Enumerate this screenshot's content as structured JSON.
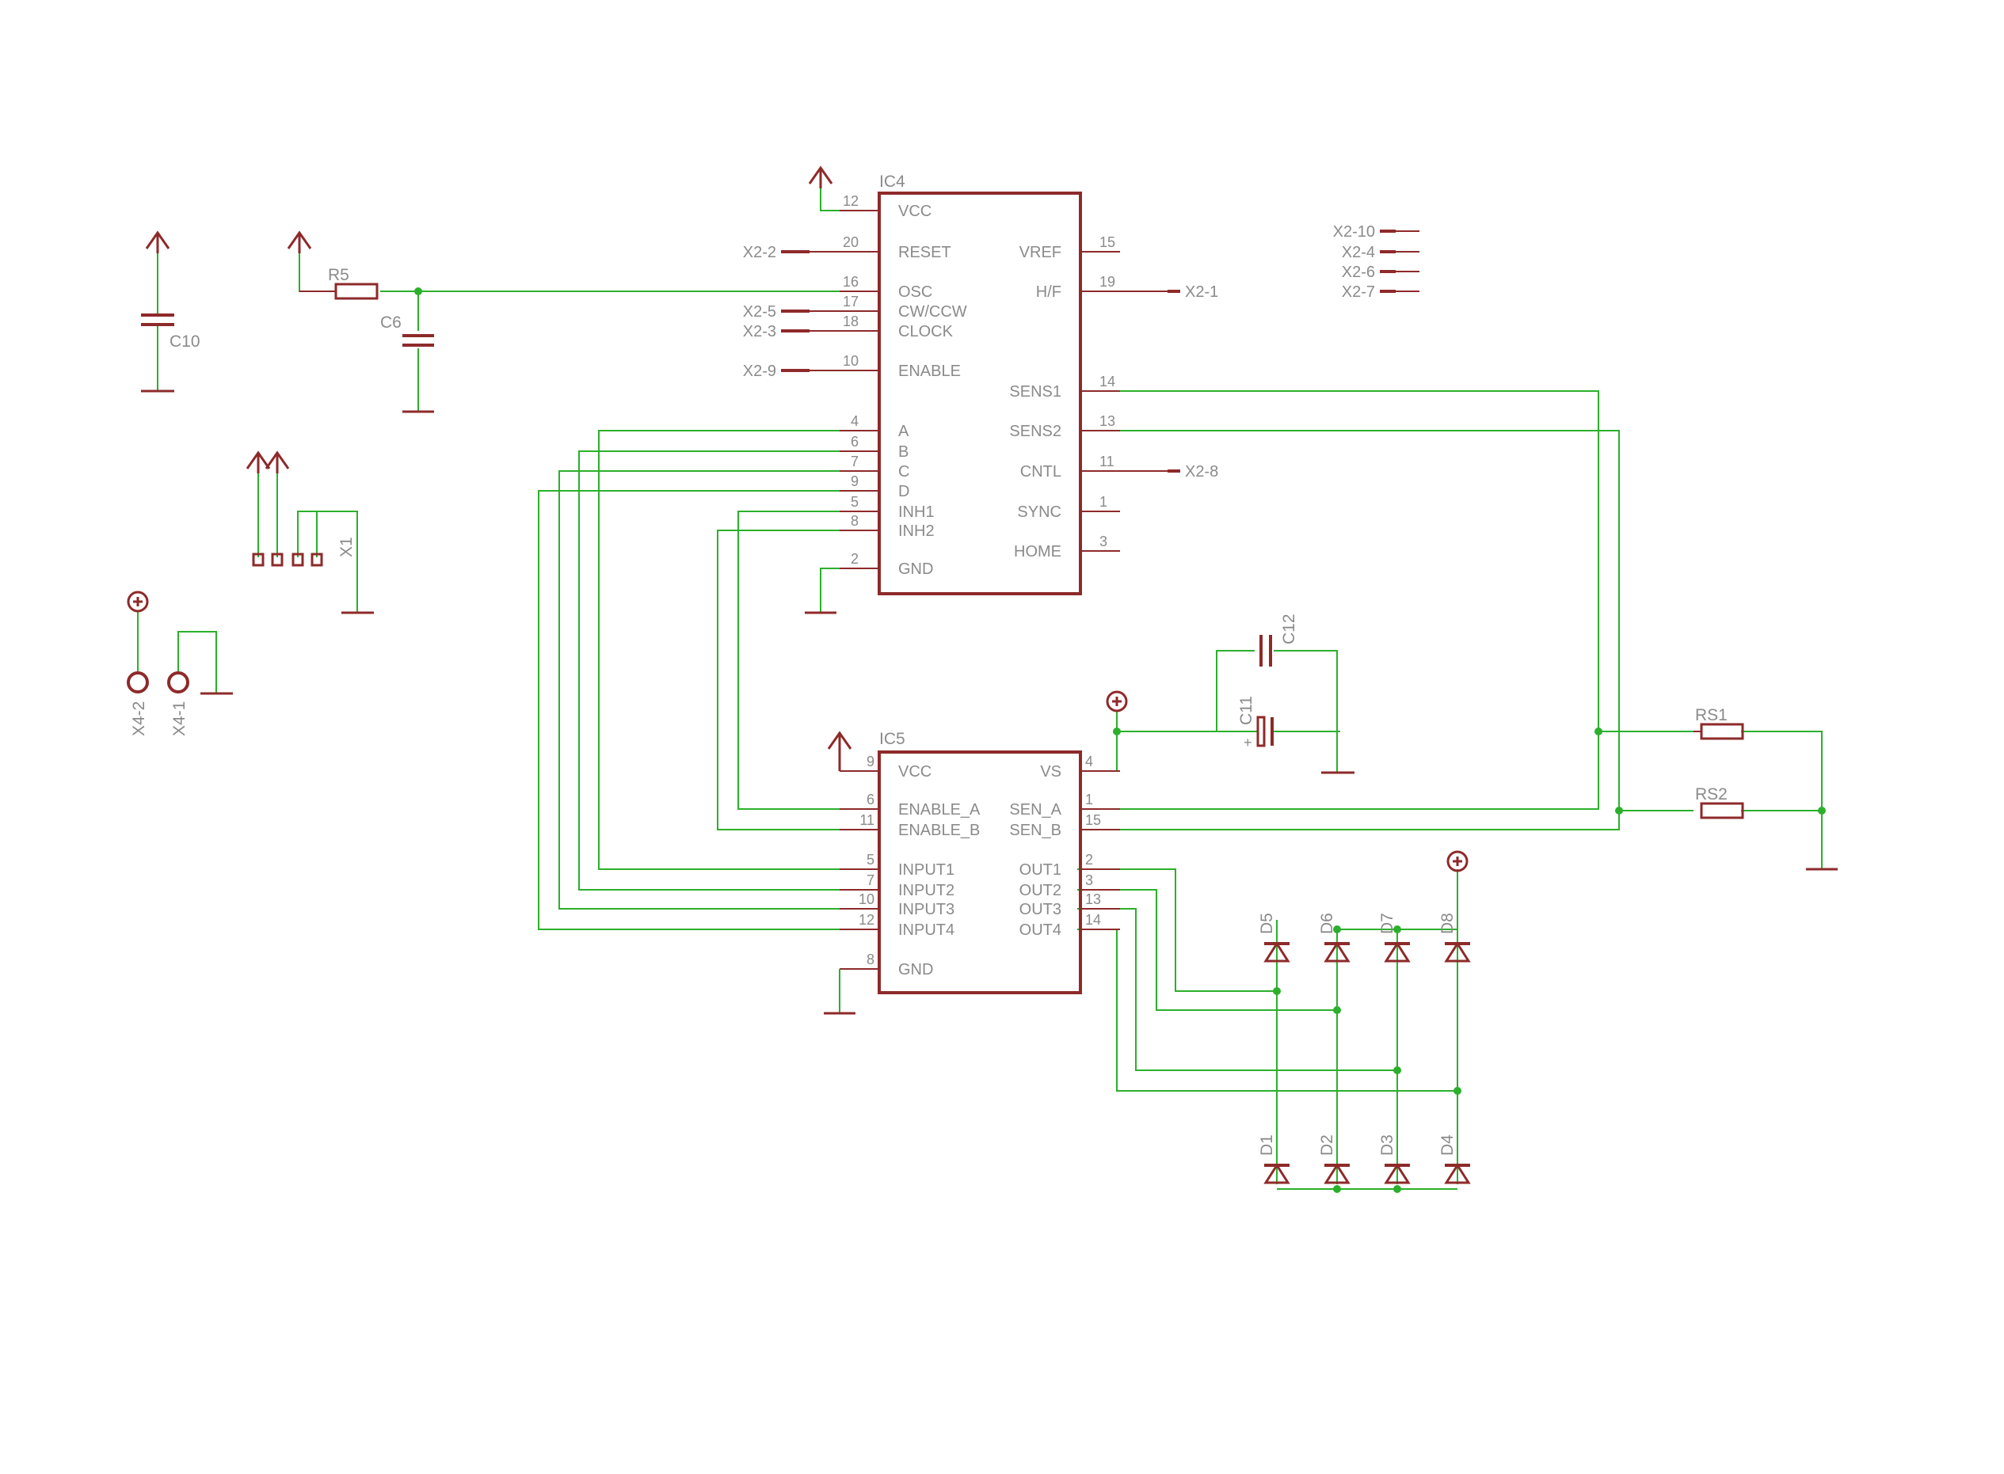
{
  "colors": {
    "wire": "#2bb02b",
    "symbol": "#8e2a2a",
    "text": "#8a8a8a",
    "background": "#ffffff"
  },
  "ic4": {
    "name": "IC4",
    "left_pins": [
      {
        "num": "12",
        "label": "VCC"
      },
      {
        "num": "20",
        "label": "RESET"
      },
      {
        "num": "16",
        "label": "OSC"
      },
      {
        "num": "17",
        "label": "CW/CCW"
      },
      {
        "num": "18",
        "label": "CLOCK"
      },
      {
        "num": "10",
        "label": "ENABLE"
      },
      {
        "num": "4",
        "label": "A"
      },
      {
        "num": "6",
        "label": "B"
      },
      {
        "num": "7",
        "label": "C"
      },
      {
        "num": "9",
        "label": "D"
      },
      {
        "num": "5",
        "label": "INH1"
      },
      {
        "num": "8",
        "label": "INH2"
      },
      {
        "num": "2",
        "label": "GND"
      }
    ],
    "right_pins": [
      {
        "num": "15",
        "label": "VREF"
      },
      {
        "num": "19",
        "label": "H/F"
      },
      {
        "num": "14",
        "label": "SENS1"
      },
      {
        "num": "13",
        "label": "SENS2"
      },
      {
        "num": "11",
        "label": "CNTL"
      },
      {
        "num": "1",
        "label": "SYNC"
      },
      {
        "num": "3",
        "label": "HOME"
      }
    ]
  },
  "ic5": {
    "name": "IC5",
    "left_pins": [
      {
        "num": "9",
        "label": "VCC"
      },
      {
        "num": "6",
        "label": "ENABLE_A"
      },
      {
        "num": "11",
        "label": "ENABLE_B"
      },
      {
        "num": "5",
        "label": "INPUT1"
      },
      {
        "num": "7",
        "label": "INPUT2"
      },
      {
        "num": "10",
        "label": "INPUT3"
      },
      {
        "num": "12",
        "label": "INPUT4"
      },
      {
        "num": "8",
        "label": "GND"
      }
    ],
    "right_pins": [
      {
        "num": "4",
        "label": "VS"
      },
      {
        "num": "1",
        "label": "SEN_A"
      },
      {
        "num": "15",
        "label": "SEN_B"
      },
      {
        "num": "2",
        "label": "OUT1"
      },
      {
        "num": "3",
        "label": "OUT2"
      },
      {
        "num": "13",
        "label": "OUT3"
      },
      {
        "num": "14",
        "label": "OUT4"
      }
    ]
  },
  "connectors": {
    "x2_2": "X2-2",
    "x2_5": "X2-5",
    "x2_3": "X2-3",
    "x2_9": "X2-9",
    "x2_1": "X2-1",
    "x2_8": "X2-8",
    "x2_10": "X2-10",
    "x2_4": "X2-4",
    "x2_6": "X2-6",
    "x2_7": "X2-7"
  },
  "components": {
    "r5": "R5",
    "c6": "C6",
    "c10": "C10",
    "x1": "X1",
    "x4_2": "X4-2",
    "x4_1": "X4-1",
    "c11": "C11",
    "c12": "C12",
    "c11_polarity": "+",
    "rs1": "RS1",
    "rs2": "RS2",
    "diodes_top": [
      "D5",
      "D6",
      "D7",
      "D8"
    ],
    "diodes_bottom": [
      "D1",
      "D2",
      "D3",
      "D4"
    ]
  }
}
